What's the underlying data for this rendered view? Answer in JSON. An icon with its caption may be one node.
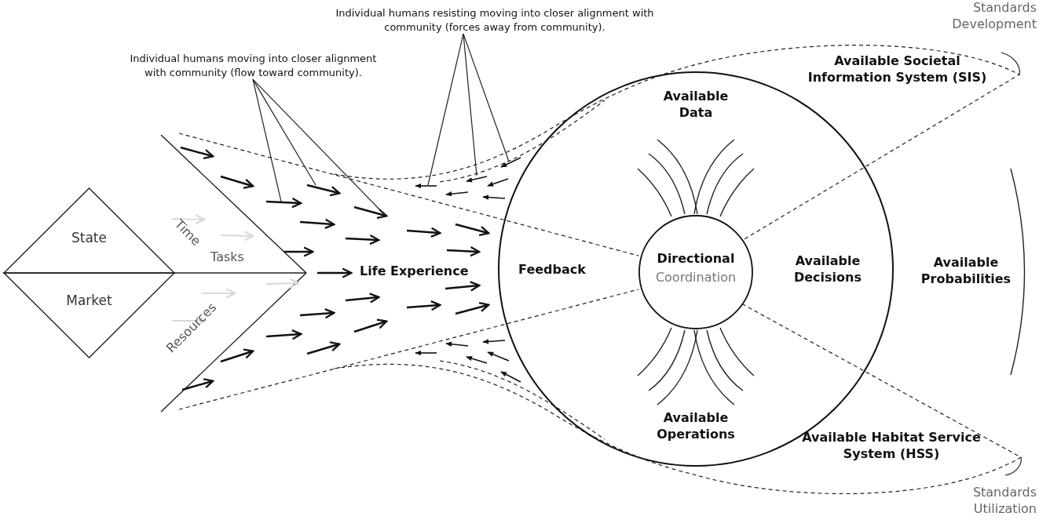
{
  "diagram": {
    "nodes": [
      {
        "text": [
          "Individual humans resisting moving into closer alignment with community (forces away from community)."
        ]
      },
      {
        "text": [
          "Individual humans moving into closer alignment with community (flow toward community)."
        ]
      },
      {
        "text": [
          "State"
        ]
      },
      {
        "text": [
          "Market"
        ]
      },
      {
        "text": [
          "Available Data",
          "Feedback",
          "Available Decisions",
          "Available Operations"
        ]
      },
      {
        "text": [
          "Directional",
          "Coordination"
        ],
        "in": 4
      }
    ],
    "edges": [
      {
        "from": 0,
        "to": null,
        "arrow": "none"
      },
      {
        "from": 0,
        "to": null,
        "arrow": "none"
      },
      {
        "from": 0,
        "to": null,
        "arrow": "none"
      },
      {
        "from": 1,
        "to": null,
        "arrow": "none"
      },
      {
        "from": 1,
        "to": null,
        "arrow": "none"
      },
      {
        "from": 1,
        "to": null,
        "arrow": "none"
      }
    ],
    "labels": [
      "Standards Development",
      "Available Societal Information System (SIS)",
      "Time",
      "Tasks",
      "Life Experience",
      "Available Probabilities",
      "Resources",
      "Available Habitat Service System (HSS)",
      "Standards Utilization"
    ]
  }
}
